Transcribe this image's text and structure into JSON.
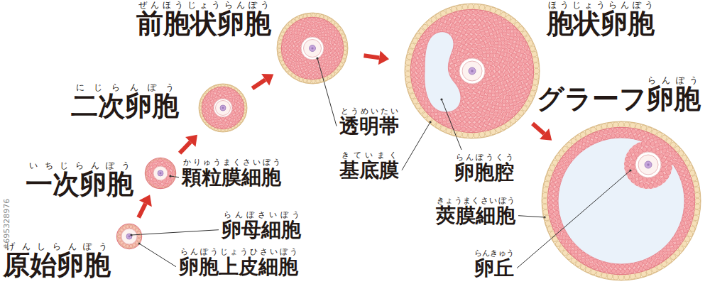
{
  "diagram": {
    "nodes": [
      {
        "text": [
          "げんしらんぽう",
          "原始卵胞"
        ]
      },
      {
        "text": [
          "いちじらんぽう",
          "一次卵胞"
        ]
      },
      {
        "text": [
          "にじらんぽう",
          "二次卵胞"
        ]
      },
      {
        "text": [
          "ぜんほうじょうらんぽう",
          "前胞状卵胞"
        ]
      },
      {
        "text": [
          "ほうじょうらんぽう",
          "胞状卵胞"
        ]
      },
      {
        "text": [
          "らんぽう",
          "グラーフ卵胞"
        ]
      }
    ],
    "edges": [
      {
        "from": 0,
        "to": 1,
        "arrow": "to"
      },
      {
        "from": 1,
        "to": 2,
        "arrow": "to"
      },
      {
        "from": 2,
        "to": 3,
        "arrow": "to"
      },
      {
        "from": 3,
        "to": 4,
        "arrow": "to"
      },
      {
        "from": 4,
        "to": 5,
        "arrow": "to"
      }
    ],
    "labels": [
      "かりゅうまくさいぼう",
      "顆粒膜細胞",
      "らんぼさいぼう",
      "卵母細胞",
      "らんぽうじょうひさいぼう",
      "卵胞上皮細胞",
      "とうめいたい",
      "透明帯",
      "きていまく",
      "基底膜",
      "らんぽうくう",
      "卵胞腔",
      "きょうまくさいぼう",
      "莢膜細胞",
      "らんきゅう",
      "卵丘",
      "#695328976"
    ]
  }
}
